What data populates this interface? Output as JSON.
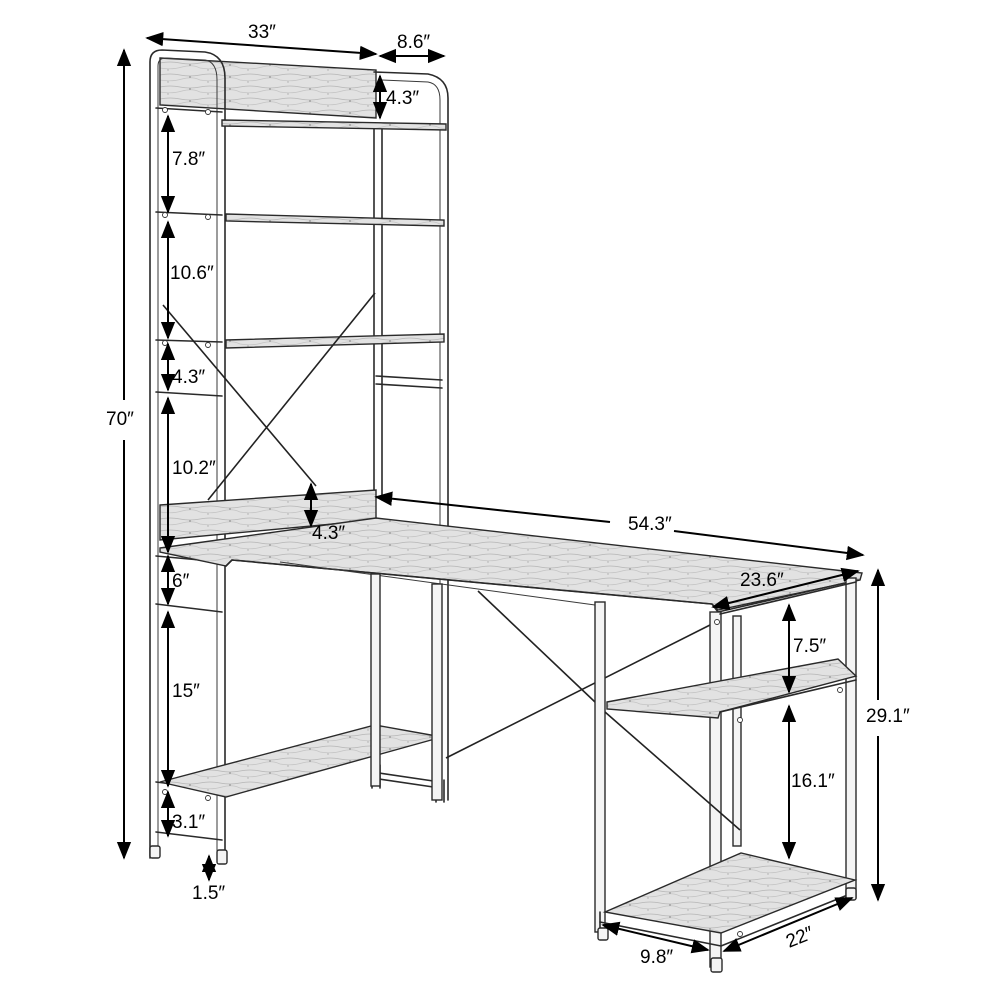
{
  "diagram": {
    "subject": "L-shaped computer desk with 5-tier bookshelf tower and side storage shelves",
    "style": "grayscale line drawing with wood-grain shelf boards",
    "colors": {
      "line": "#2a2a2a",
      "background": "#ffffff",
      "board_fill": "#dcdcdc"
    },
    "dimensions": {
      "total_height": "70″",
      "tower_width": "33″",
      "top_shelf_depth": "8.6″",
      "top_backboard_height": "4.3″",
      "tier_1_gap": "7.8″",
      "tier_2_gap": "10.6″",
      "tier_3_gap": "4.3″",
      "tier_4_gap": "10.2″",
      "desk_backboard_height": "4.3″",
      "under_desk_gap": "6″",
      "lower_shelf_gap": "15″",
      "bottom_rail_gap": "3.1″",
      "foot_clearance": "1.5″",
      "desk_length": "54.3″",
      "desk_depth": "23.6″",
      "desk_height": "29.1″",
      "side_upper_gap": "7.5″",
      "side_lower_gap": "16.1″",
      "side_shelf_depth": "9.8″",
      "side_shelf_width": "22″"
    }
  }
}
